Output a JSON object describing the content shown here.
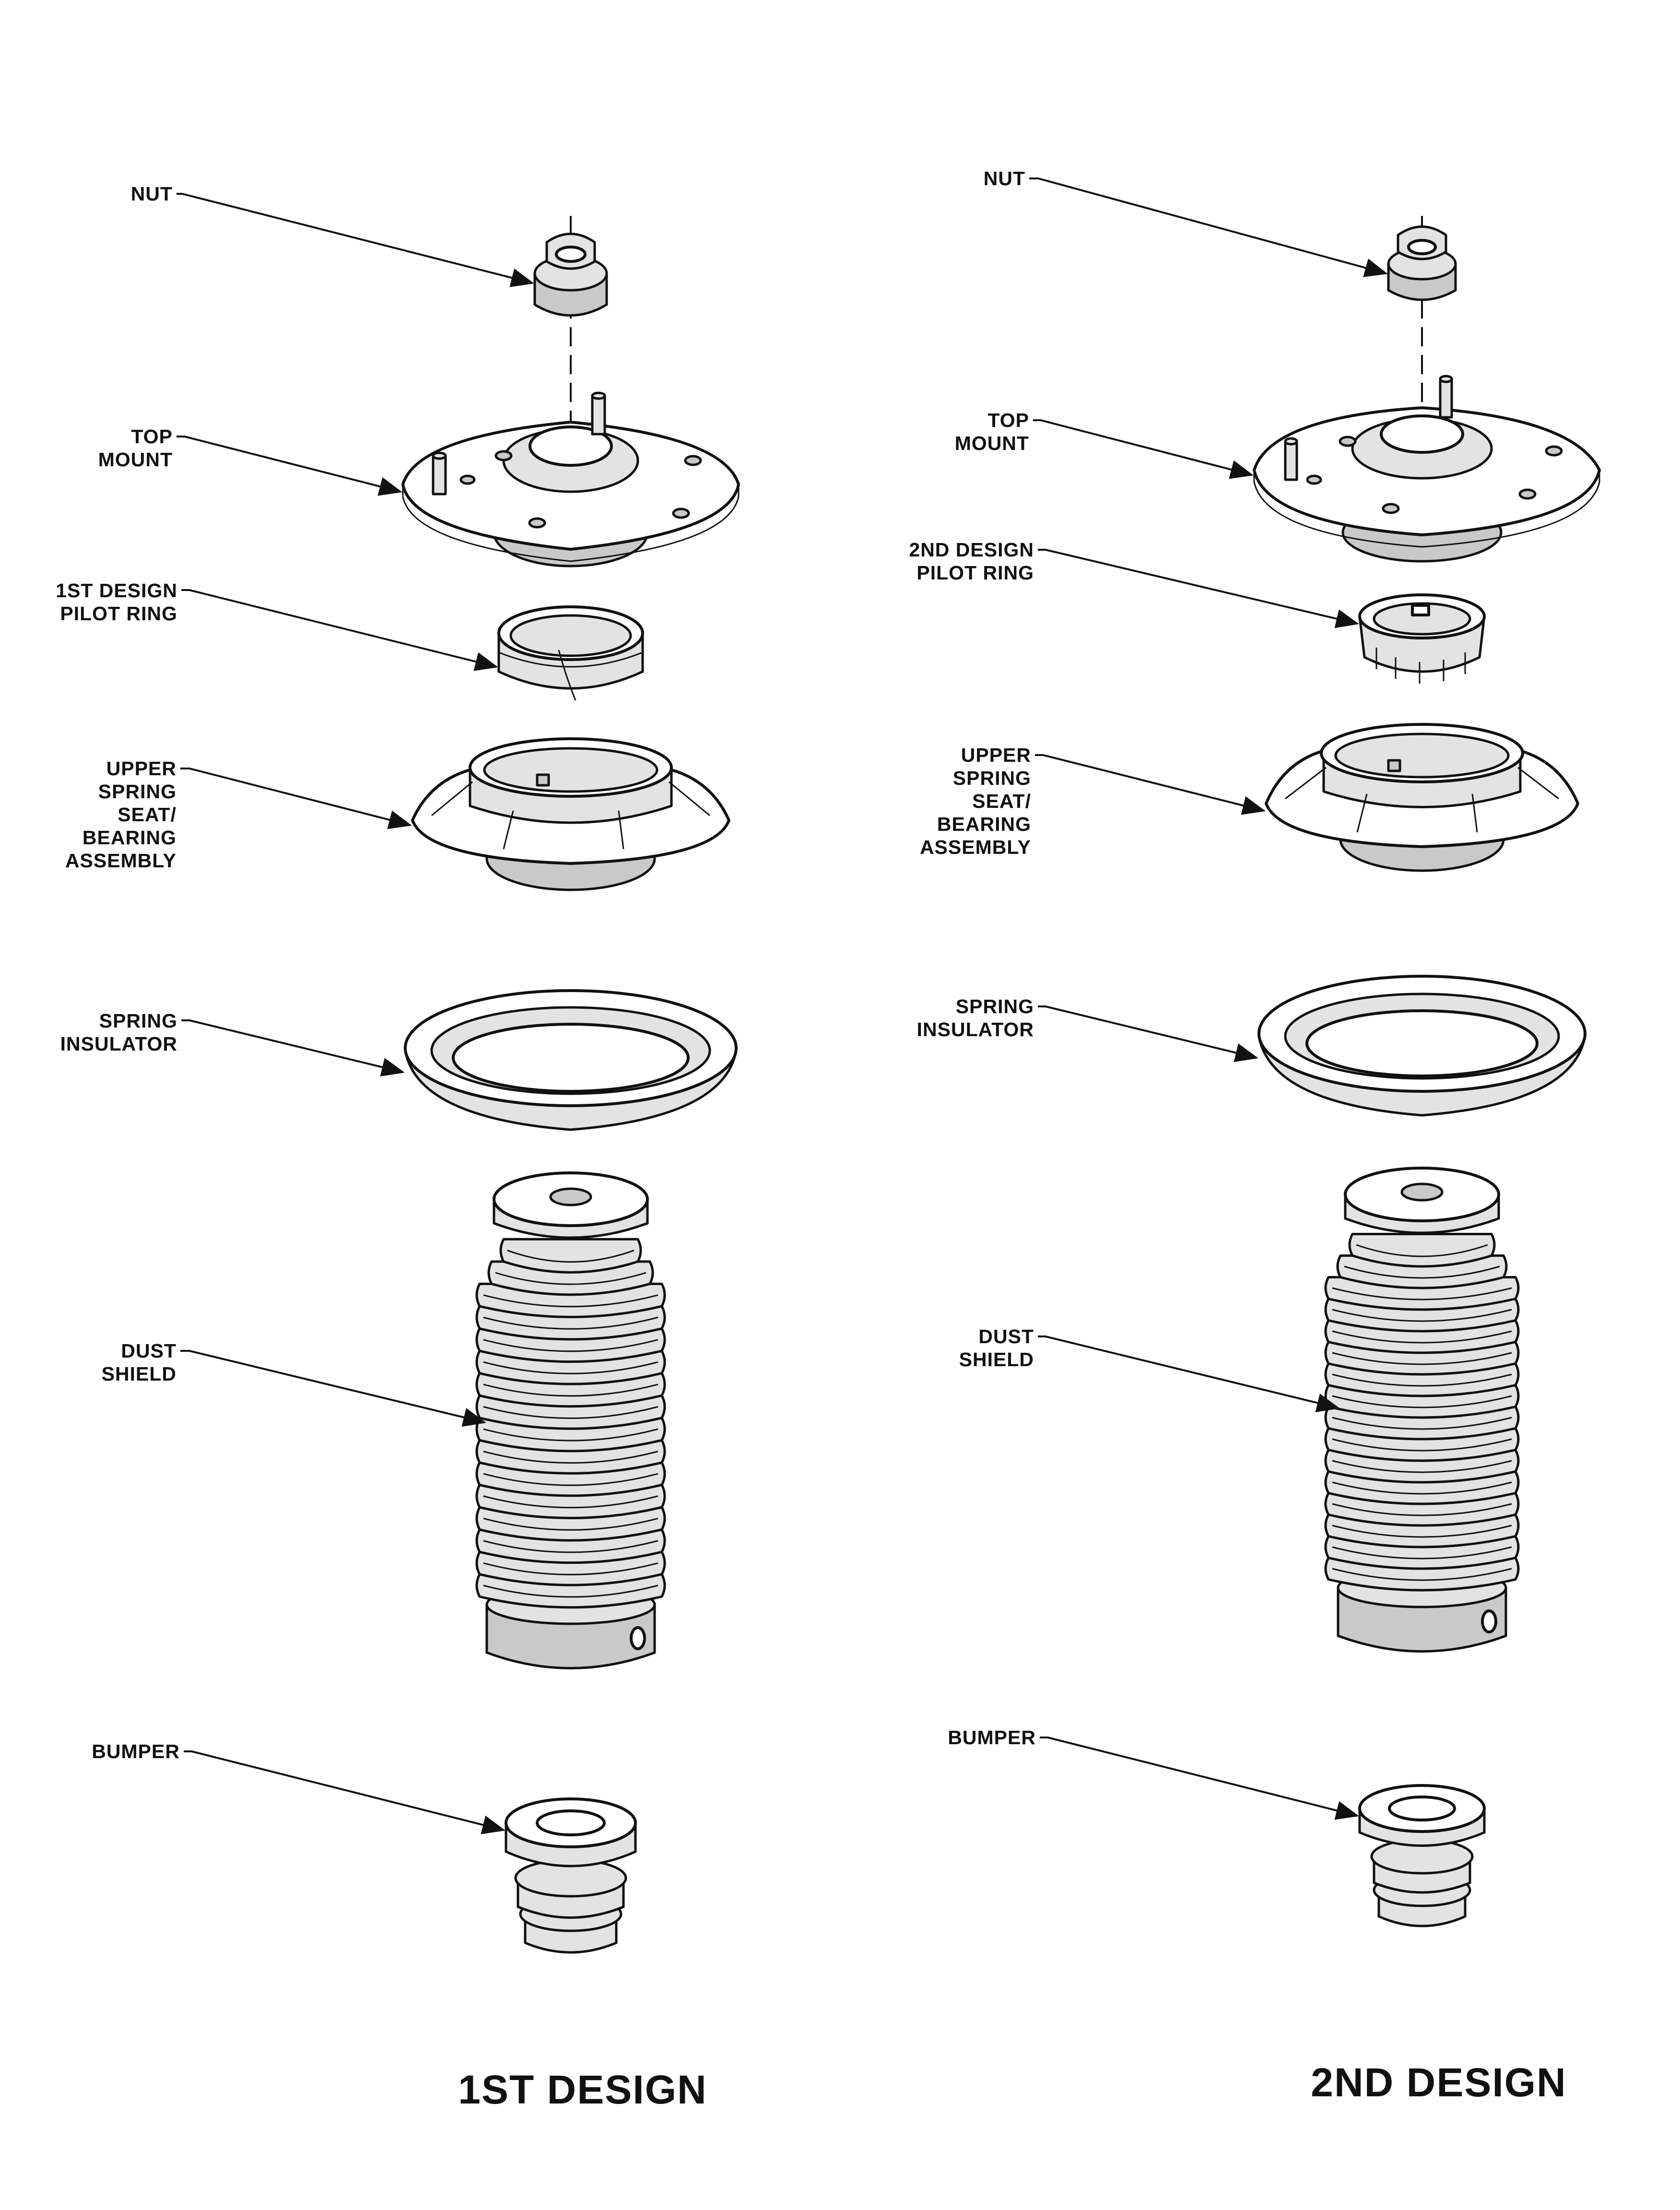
{
  "designs": [
    {
      "title": "1ST DESIGN",
      "labels": {
        "nut": [
          "NUT"
        ],
        "top_mount": [
          "TOP",
          "MOUNT"
        ],
        "pilot_ring": [
          "1ST DESIGN",
          "PILOT RING"
        ],
        "upper_spring_seat": [
          "UPPER",
          "SPRING",
          "SEAT/",
          "BEARING",
          "ASSEMBLY"
        ],
        "spring_insulator": [
          "SPRING",
          "INSULATOR"
        ],
        "dust_shield": [
          "DUST",
          "SHIELD"
        ],
        "bumper": [
          "BUMPER"
        ]
      }
    },
    {
      "title": "2ND DESIGN",
      "labels": {
        "nut": [
          "NUT"
        ],
        "top_mount": [
          "TOP",
          "MOUNT"
        ],
        "pilot_ring": [
          "2ND DESIGN",
          "PILOT RING"
        ],
        "upper_spring_seat": [
          "UPPER",
          "SPRING",
          "SEAT/",
          "BEARING",
          "ASSEMBLY"
        ],
        "spring_insulator": [
          "SPRING",
          "INSULATOR"
        ],
        "dust_shield": [
          "DUST",
          "SHIELD"
        ],
        "bumper": [
          "BUMPER"
        ]
      }
    }
  ]
}
